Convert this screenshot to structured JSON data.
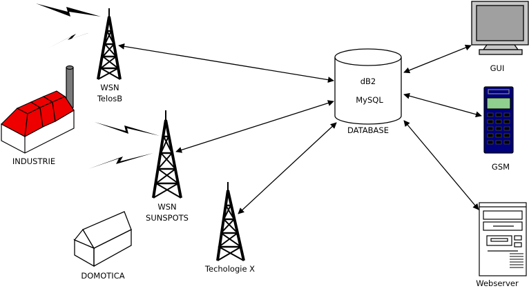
{
  "nodes": {
    "wsn_telosb": {
      "line1": "WSN",
      "line2": "TelosB"
    },
    "wsn_sunspots": {
      "line1": "WSN",
      "line2": "SUNSPOTS"
    },
    "technologie_x": {
      "label": "Techologie X"
    },
    "industrie": {
      "label": "INDUSTRIE"
    },
    "domotica": {
      "label": "DOMOTICA"
    },
    "database": {
      "line1": "dB2",
      "line2": "MySQL",
      "caption": "DATABASE"
    },
    "gui": {
      "label": "GUI"
    },
    "gsm": {
      "label": "GSM"
    },
    "webserver": {
      "label": "Webserver"
    }
  },
  "edges": [
    {
      "from": "wsn_telosb",
      "to": "database",
      "bidirectional": true
    },
    {
      "from": "wsn_sunspots",
      "to": "database",
      "bidirectional": true
    },
    {
      "from": "technologie_x",
      "to": "database",
      "bidirectional": true
    },
    {
      "from": "database",
      "to": "gui",
      "bidirectional": true
    },
    {
      "from": "database",
      "to": "gsm",
      "bidirectional": true
    },
    {
      "from": "database",
      "to": "webserver",
      "bidirectional": true
    }
  ],
  "colors": {
    "factory_roof": "#ee0000",
    "gsm_body": "#00007a",
    "gsm_screen": "#8fd08f",
    "monitor_grey": "#c8c8c8",
    "screen_grey": "#a0a0a0",
    "line": "#000000"
  }
}
